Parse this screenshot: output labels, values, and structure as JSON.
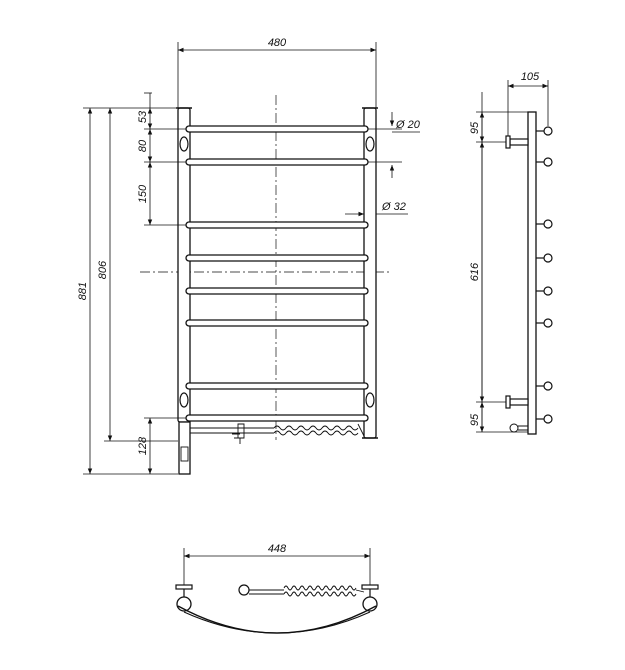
{
  "front_view": {
    "width_label": "480",
    "total_height_label": "881",
    "pipe_spacing_label": "806",
    "top_offset_label": "53",
    "rung_gap_1_label": "80",
    "rung_gap_2_label": "150",
    "bottom_offset_label": "128",
    "rung_diameter_label": "Ø 20",
    "pipe_diameter_label": "Ø 32"
  },
  "side_view": {
    "depth_label": "105",
    "top_mount_label": "95",
    "mount_spacing_label": "616",
    "bottom_mount_label": "95"
  },
  "top_view": {
    "width_label": "448"
  }
}
